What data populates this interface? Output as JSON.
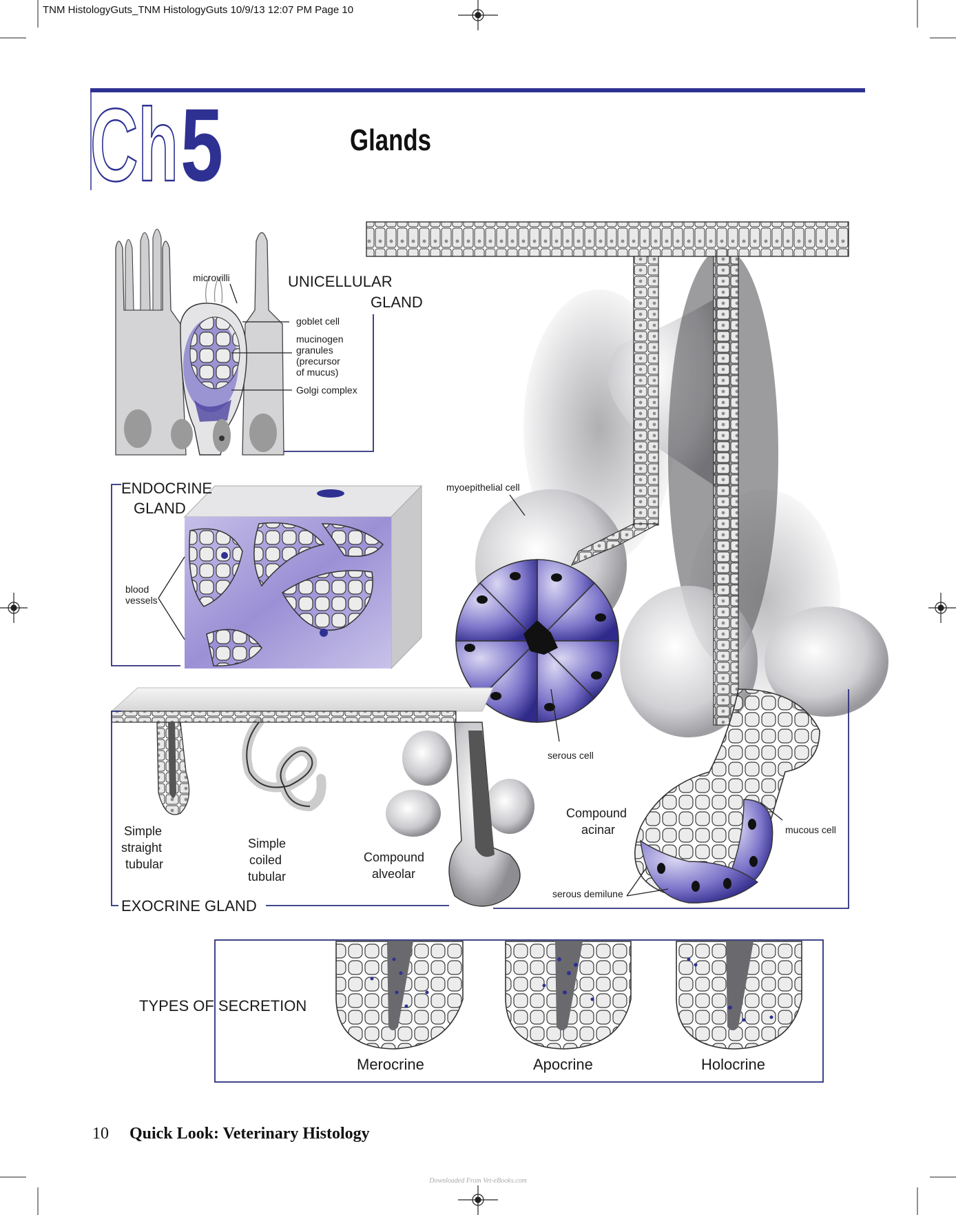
{
  "print_header": "TNM HistologyGuts_TNM HistologyGuts  10/9/13  12:07 PM  Page 10",
  "chapter": {
    "prefix": "Ch",
    "number": "5",
    "title": "Glands"
  },
  "colors": {
    "accent": "#2e3192",
    "rule": "#2e3192",
    "purple": "#6a5fb5",
    "light_purple": "#b9b3e3"
  },
  "labels": {
    "unicellular": [
      "UNICELLULAR",
      "GLAND"
    ],
    "microvilli": "microvilli",
    "goblet_cell": "goblet cell",
    "mucinogen": [
      "mucinogen",
      "granules",
      "(precursor",
      "of mucus)"
    ],
    "golgi": "Golgi complex",
    "endocrine": [
      "ENDOCRINE",
      "GLAND"
    ],
    "blood_vessels": [
      "blood",
      "vessels"
    ],
    "myoepithelial": "myoepithelial cell",
    "serous_cell": "serous cell",
    "compound_acinar": [
      "Compound",
      "acinar"
    ],
    "mucous_cell": "mucous cell",
    "serous_demilune": "serous demilune",
    "simple_straight": [
      "Simple",
      "straight",
      "tubular"
    ],
    "simple_coiled": [
      "Simple",
      "coiled",
      "tubular"
    ],
    "compound_alveolar": [
      "Compound",
      "alveolar"
    ],
    "exocrine": "EXOCRINE GLAND",
    "types_of_secretion": "TYPES OF SECRETION",
    "merocrine": "Merocrine",
    "apocrine": "Apocrine",
    "holocrine": "Holocrine"
  },
  "footer": {
    "page_number": "10",
    "book_title": "Quick Look: Veterinary Histology",
    "watermark": "Downloaded From Vet-eBooks.com"
  }
}
